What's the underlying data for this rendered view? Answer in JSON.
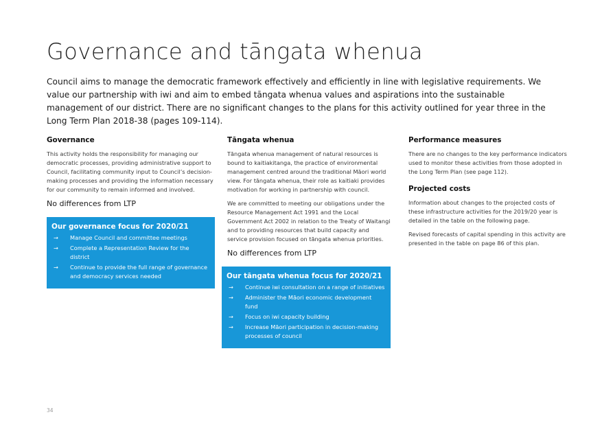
{
  "page": {
    "title": "Governance and tāngata whenua",
    "intro": "Council aims to manage the democratic framework effectively and efficiently in line with legislative requirements.  We value our partnership with iwi and aim to embed tāngata whenua values and aspirations into the sustainable management of our district. There are no significant changes to the plans for this activity outlined for year three in the Long Term Plan 2018-38 (pages 109-114).",
    "page_number": "34"
  },
  "governance": {
    "heading": "Governance",
    "body": "This activity holds the responsibility for managing our democratic processes, providing administrative support to Council, facilitating community input to Council’s decision-making processes and providing the information necessary for our community to remain informed and involved.",
    "no_diff": "No differences from LTP",
    "focus_title": "Our governance focus for 2020/21",
    "focus_items": [
      "Manage Council and committee meetings",
      "Complete a Representation Review for the district",
      "Continue to provide the full range of governance and democracy services needed"
    ]
  },
  "tangata": {
    "heading": "Tāngata whenua",
    "body1": "Tāngata whenua management of natural resources is bound to kaitiakitanga, the practice of environmental management centred around the traditional Māori world view. For tāngata whenua, their role as kaitiaki provides motivation for working in partnership with council.",
    "body2": "We are committed to meeting our obligations under the Resource Management Act 1991 and the Local Government Act 2002 in relation to the Treaty of Waitangi and to providing resources that build capacity and service provision focused on tāngata whenua priorities.",
    "no_diff": "No differences from LTP",
    "focus_title": "Our tāngata whenua focus for 2020/21",
    "focus_items": [
      "Continue iwi consultation on a range of initiatives",
      "Administer the Māori economic development fund",
      "Focus on iwi capacity building",
      "Increase Māori participation in decision-making processes of council"
    ]
  },
  "performance": {
    "heading": "Performance measures",
    "body": "There are no changes to the key performance indicators used to monitor these activities from those adopted in the Long Term Plan (see page 112)."
  },
  "costs": {
    "heading": "Projected costs",
    "body1": "Information about changes to the projected costs of these infrastructure activities for the 2019/20 year is detailed in the table on the following page.",
    "body2": "Revised forecasts of capital spending in this activity are presented in the table on page 86 of this plan."
  },
  "symbols": {
    "bullet": "→"
  },
  "colors": {
    "focus_box": "#1897d8"
  }
}
